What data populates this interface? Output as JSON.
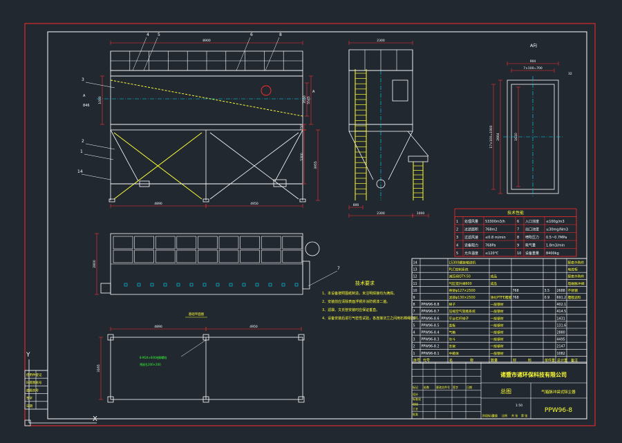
{
  "colors": {
    "background": "#212830",
    "line": "#ffffff",
    "border": "#ff2a2a",
    "dimension": "#ff3030",
    "yellow": "#ffff33",
    "cyan": "#00e0ff",
    "green": "#33ff33",
    "magenta": "#ff40ff"
  },
  "front_view": {
    "dims": {
      "top_width": "8900",
      "height_upper": "3550",
      "height_total": "5545",
      "d1": "1000",
      "d2": "750",
      "d3": "5300",
      "left_width": "4890",
      "right_width": "4950",
      "left_dim": "3955"
    },
    "callouts": [
      "4",
      "5",
      "6",
      "8",
      "3",
      "2",
      "1",
      "14"
    ],
    "section_label": "A",
    "section_dim": "846"
  },
  "side_view": {
    "dims": {
      "top": "2300",
      "bottom": "2300",
      "d1": "800",
      "d2": "1000"
    }
  },
  "section_view": {
    "title": "A向",
    "dims": {
      "top": "904",
      "top2": "7×100=700",
      "d1": "32",
      "d2": "1610",
      "d3": "2664",
      "d4": "17×100=1900"
    }
  },
  "plan_view": {
    "dims": {
      "width": "2800"
    },
    "callout": "7"
  },
  "foundation_view": {
    "title": "基础平面图",
    "dims": {
      "left": "4890",
      "right": "4950",
      "height": "3165"
    },
    "note_line1": "8-M24×600地脚螺栓",
    "note_line2": "预留孔200×200"
  },
  "tech_requirements": {
    "title": "技术要求",
    "items": [
      "1、本设备按照图纸制造，未注明焊接均为满焊。",
      "2、安装前应清除表面浮锈并涂防锈漆二遍。",
      "3、滤袋、文氏管安装时应保证垂直。",
      "4、设备安装后进行气密性试验，各连接法兰之间用石棉绳密封。"
    ]
  },
  "performance_table": {
    "title": "技术性能",
    "rows": [
      [
        "1",
        "处理风量",
        "53300m3/h",
        "6",
        "入口浓度",
        "≤100g/m3"
      ],
      [
        "2",
        "过滤面积",
        "768m2",
        "7",
        "出口浓度",
        "≤30mg/Nm3"
      ],
      [
        "3",
        "过滤风速",
        "≤0.8 m/min",
        "8",
        "喷吹压力",
        "0.5~0.7MPa"
      ],
      [
        "4",
        "设备阻力",
        "768Pa",
        "9",
        "耗气量",
        "1.8m3/min"
      ],
      [
        "5",
        "允许温度",
        "≤120℃",
        "10",
        "设备重量",
        "8400kg"
      ]
    ]
  },
  "parts_list": {
    "rows": [
      {
        "no": "14",
        "code": "",
        "name": "LS300螺旋输送机",
        "qty": "",
        "mat": "",
        "w1": "",
        "w2": "",
        "note": "配套外购件"
      },
      {
        "no": "13",
        "code": "",
        "name": "PLC控制系统",
        "qty": "",
        "mat": "",
        "w1": "",
        "w2": "",
        "note": "电控柜"
      },
      {
        "no": "12",
        "code": "",
        "name": "减压阀QTY-50",
        "qty": "",
        "mat": "成品",
        "w1": "",
        "w2": "",
        "note": "配套外购件"
      },
      {
        "no": "11",
        "code": "",
        "name": "气缸提升阀600",
        "qty": "",
        "mat": "成品",
        "w1": "",
        "w2": "",
        "note": "电磁脉冲阀"
      },
      {
        "no": "10",
        "code": "",
        "name": "骨架φ127×2500",
        "qty": "768",
        "mat": "",
        "w1": "3.5",
        "w2": "2688",
        "note": "不锈钢"
      },
      {
        "no": "9",
        "code": "",
        "name": "滤袋φ130×2500",
        "qty": "768",
        "mat": "涤纶PTFE覆膜",
        "w1": "0.9",
        "w2": "691.2",
        "note": "覆膜滤料"
      },
      {
        "no": "8",
        "code": "PPW96-8.8",
        "name": "梯子",
        "qty": "",
        "mat": "一般钢材",
        "w1": "",
        "w2": "402.1",
        "note": ""
      },
      {
        "no": "7",
        "code": "PPW96-8.7",
        "name": "压缩空气管路系统",
        "qty": "",
        "mat": "一般钢材",
        "w1": "",
        "w2": "414.5",
        "note": ""
      },
      {
        "no": "6",
        "code": "PPW96-8.6",
        "name": "平台栏杆梯子",
        "qty": "",
        "mat": "一般钢材",
        "w1": "",
        "w2": "1431",
        "note": ""
      },
      {
        "no": "5",
        "code": "PPW96-8.5",
        "name": "盖板",
        "qty": "",
        "mat": "一般钢材",
        "w1": "",
        "w2": "131.6",
        "note": ""
      },
      {
        "no": "4",
        "code": "PPW96-8.4",
        "name": "气箱",
        "qty": "",
        "mat": "一般钢材",
        "w1": "",
        "w2": "2880",
        "note": ""
      },
      {
        "no": "3",
        "code": "PPW96-8.3",
        "name": "灰斗",
        "qty": "",
        "mat": "一般钢材",
        "w1": "",
        "w2": "4495",
        "note": ""
      },
      {
        "no": "2",
        "code": "PPW96-8.2",
        "name": "支架",
        "qty": "",
        "mat": "一般钢材",
        "w1": "",
        "w2": "2147",
        "note": ""
      },
      {
        "no": "1",
        "code": "PPW96-8.1",
        "name": "中箱体",
        "qty": "",
        "mat": "一般钢材",
        "w1": "",
        "w2": "1082",
        "note": ""
      }
    ],
    "header": [
      "序号",
      "代号",
      "名",
      "称",
      "数量",
      "材",
      "料",
      "单件重",
      "总计重",
      "备注"
    ]
  },
  "title_block": {
    "company": "诸暨市诸环保科技有限公司",
    "drawing_title": "总图",
    "product": "气箱脉冲袋式除尘器",
    "drawing_no": "PPW96-8",
    "scale": "1:50",
    "labels": [
      "标记",
      "处数",
      "更改文件号",
      "签字",
      "日期",
      "设计",
      "标准化",
      "审核",
      "工艺",
      "批准",
      "阶段标记",
      "重量",
      "比例",
      "共 张",
      "第 张"
    ]
  },
  "left_strip": {
    "labels": [
      "借用件登记",
      "旧底图总号",
      "底图总号",
      "签字",
      "日期"
    ]
  },
  "axes": {
    "y": "Y",
    "x": "X"
  }
}
